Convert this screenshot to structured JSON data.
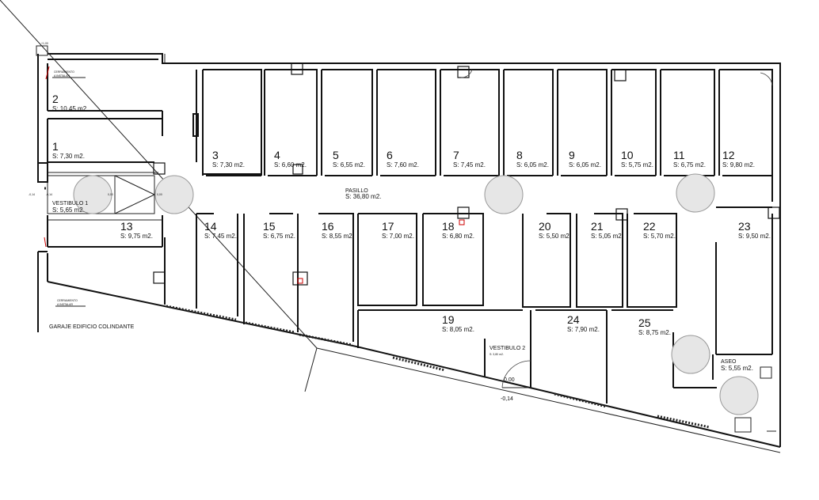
{
  "rooms": [
    {
      "num": "1",
      "area": "S: 7,30 m2."
    },
    {
      "num": "2",
      "area": "S: 10,45 m2."
    },
    {
      "num": "3",
      "area": "S: 7,30 m2."
    },
    {
      "num": "4",
      "area": "S: 6,60 m2."
    },
    {
      "num": "5",
      "area": "S: 6,55 m2."
    },
    {
      "num": "6",
      "area": "S: 7,60 m2."
    },
    {
      "num": "7",
      "area": "S: 7,45 m2."
    },
    {
      "num": "8",
      "area": "S: 6,05 m2."
    },
    {
      "num": "9",
      "area": "S: 6,05 m2."
    },
    {
      "num": "10",
      "area": "S: 5,75 m2."
    },
    {
      "num": "11",
      "area": "S: 6,75 m2."
    },
    {
      "num": "12",
      "area": "S: 9,80 m2."
    },
    {
      "num": "13",
      "area": "S: 9,75 m2."
    },
    {
      "num": "14",
      "area": "S: 7,45 m2."
    },
    {
      "num": "15",
      "area": "S: 6,75 m2."
    },
    {
      "num": "16",
      "area": "S: 8,55 m2."
    },
    {
      "num": "17",
      "area": "S: 7,00 m2."
    },
    {
      "num": "18",
      "area": "S: 6,80 m2."
    },
    {
      "num": "19",
      "area": "S: 8,05 m2."
    },
    {
      "num": "20",
      "area": "S: 5,50 m2."
    },
    {
      "num": "21",
      "area": "S: 5,05 m2."
    },
    {
      "num": "22",
      "area": "S: 5,70 m2."
    },
    {
      "num": "23",
      "area": "S: 9,50 m2."
    },
    {
      "num": "24",
      "area": "S: 7,90 m2."
    },
    {
      "num": "25",
      "area": "S: 8,75 m2."
    }
  ],
  "named_rooms": {
    "vestibulo1": {
      "label": "VESTIBULO 1",
      "area": "S: 5,65 m2."
    },
    "vestibulo2": {
      "label": "VESTIBULO 2",
      "area": "S: 3,80 m2."
    },
    "pasillo": {
      "label": "PASILLO",
      "area": "S: 36,80 m2."
    },
    "aseo": {
      "label": "ASEO",
      "area": "S: 5,55 m2."
    }
  },
  "garaje_label": "GARAJE EDIFICIO COLINDANTE",
  "cerramiento_label": "CERRAMIENTO",
  "cerramiento_sub": "A INSTALAR",
  "levels": {
    "top": "+1,00",
    "v1_left": "-0,14",
    "v1_mid": "-0,14",
    "v1_right": "0,00",
    "v1_circle": "0,00",
    "v2_floor": "0,00",
    "v2_bottom": "-0,14"
  }
}
